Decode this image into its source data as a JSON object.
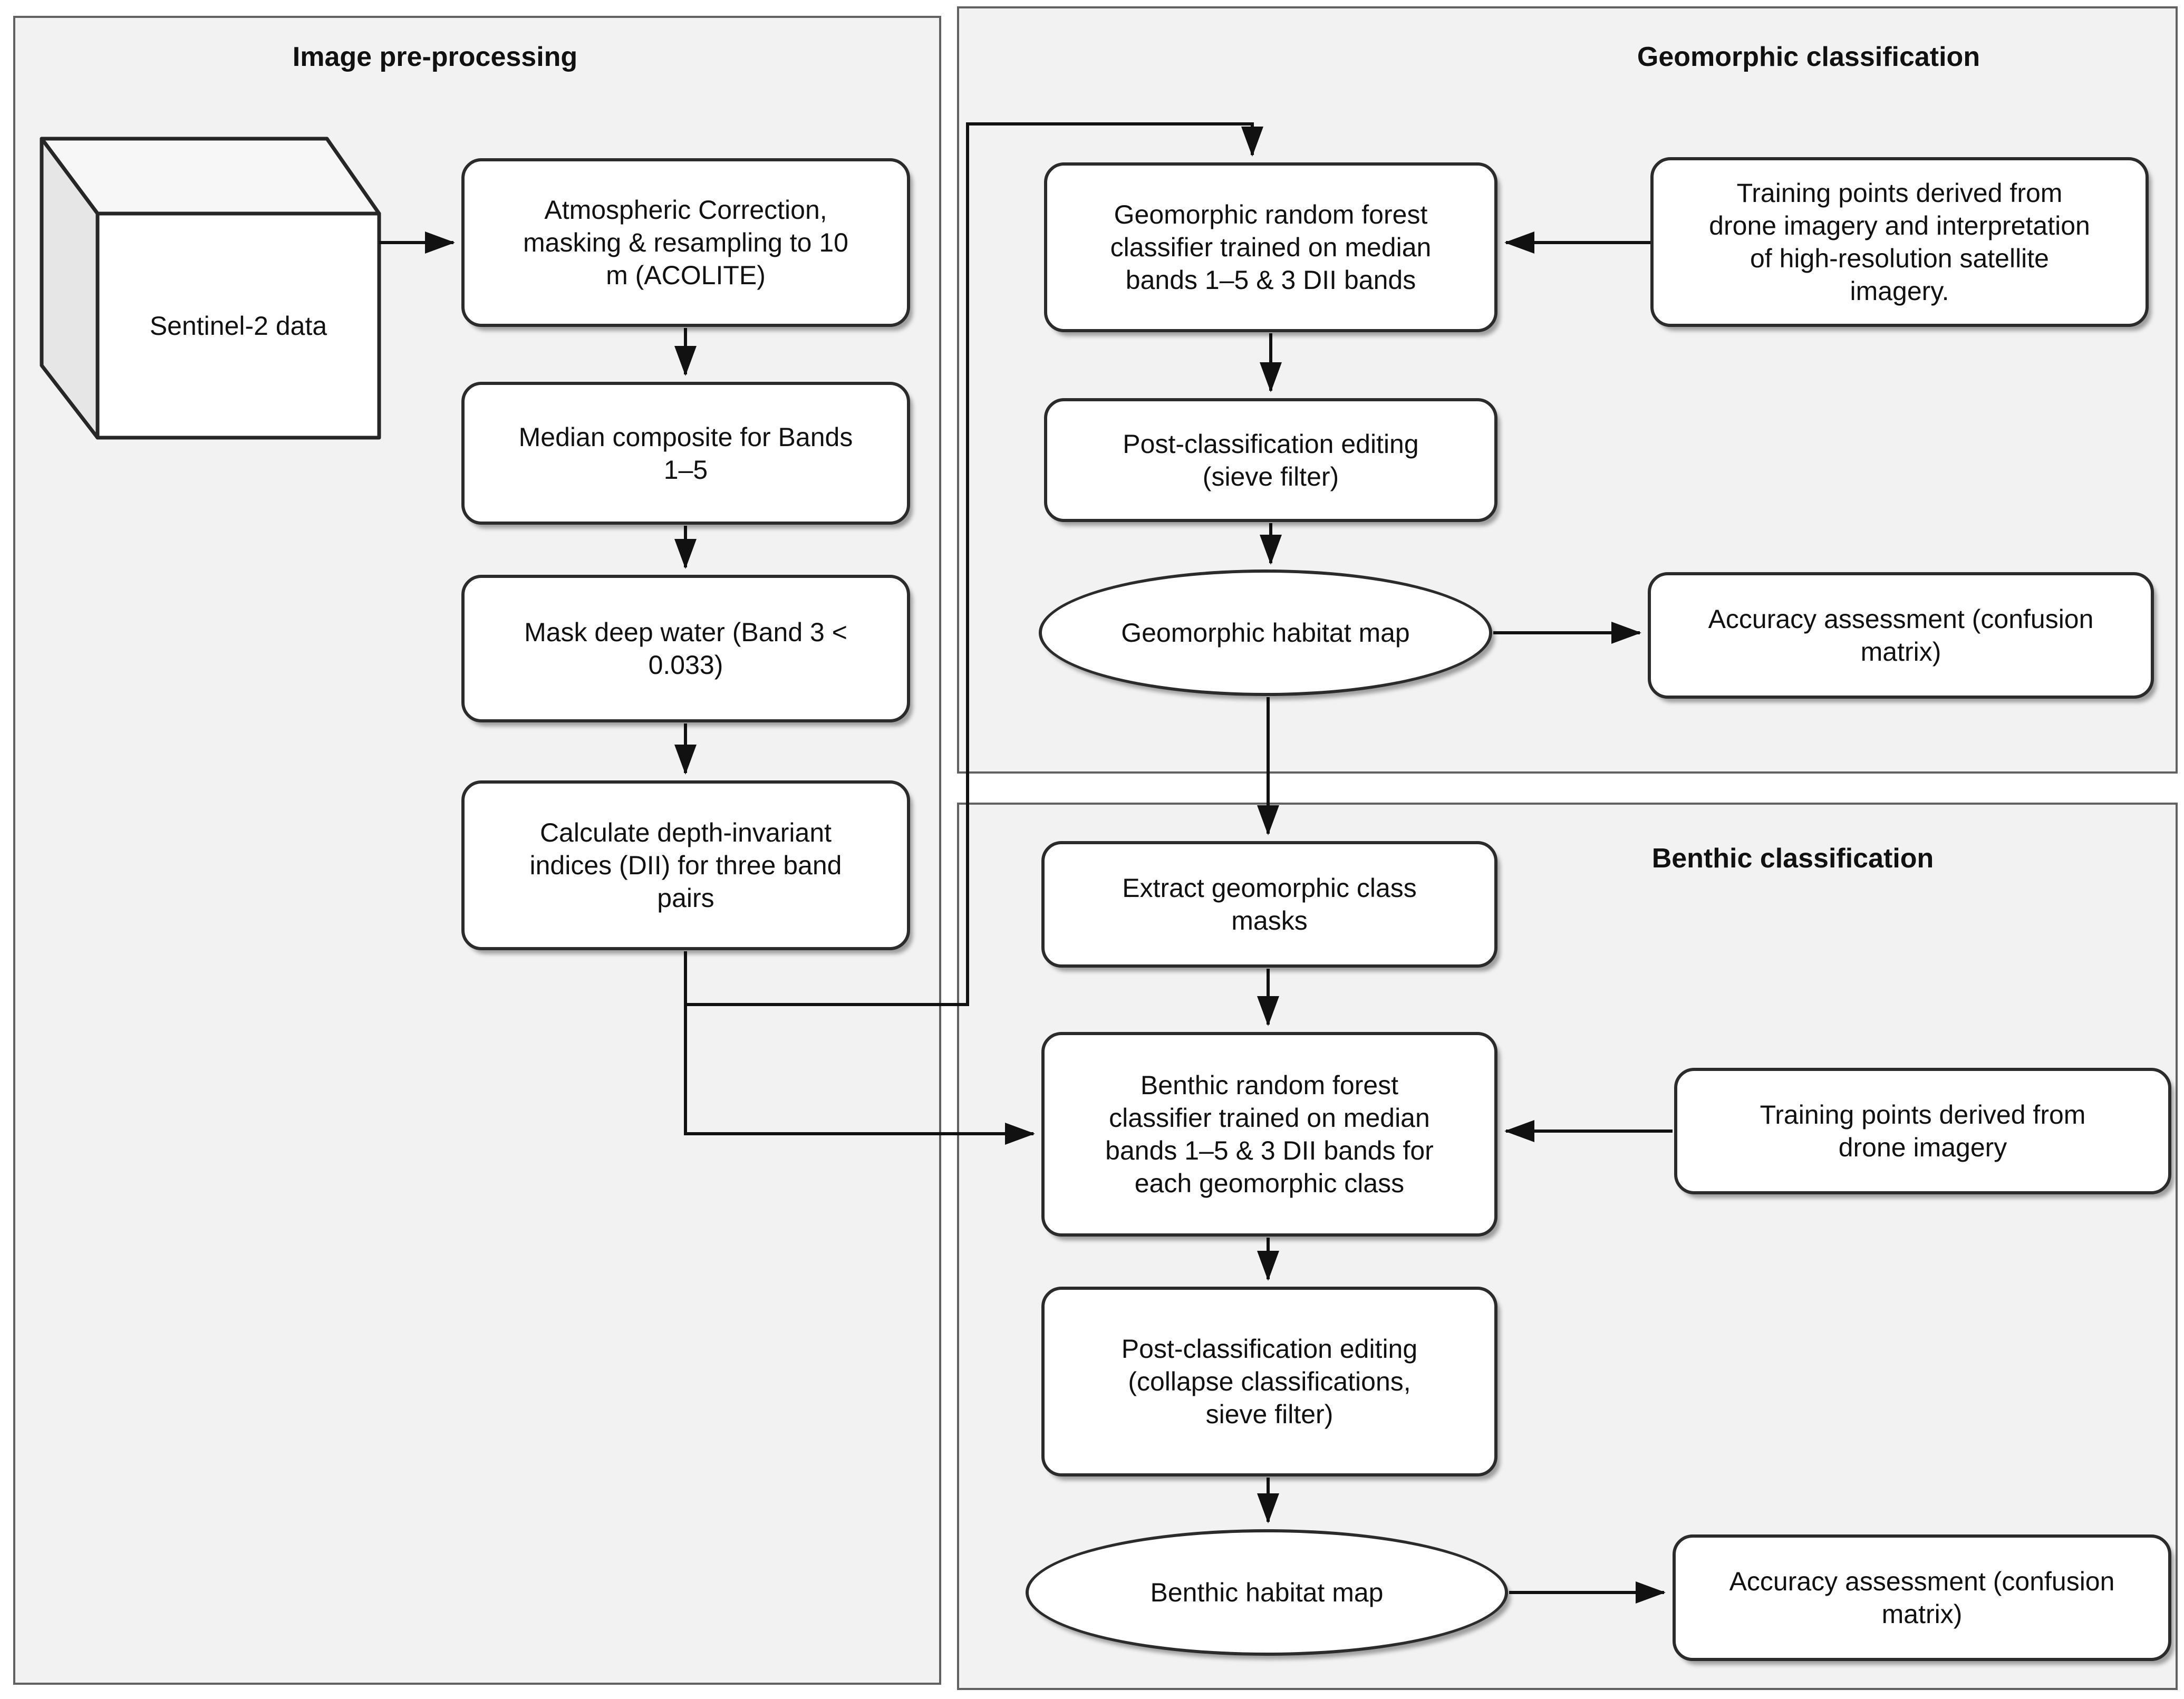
{
  "diagram": {
    "panels": {
      "preprocessing_title": "Image pre-processing",
      "geomorphic_title": "Geomorphic classification",
      "benthic_title": "Benthic classification"
    },
    "nodes": {
      "sentinel": "Sentinel-2 data",
      "atmospheric": "Atmospheric Correction,\nmasking & resampling to 10\nm (ACOLITE)",
      "median": "Median composite for Bands\n1–5",
      "mask": "Mask deep water (Band 3 <\n0.033)",
      "dii": "Calculate depth-invariant\nindices (DII) for three band\npairs",
      "geo_rf": "Geomorphic random forest\nclassifier trained on median\nbands 1–5 & 3 DII bands",
      "training_geo": "Training points derived from\ndrone imagery and interpretation\nof high-resolution satellite\nimagery.",
      "post_sieve": "Post-classification editing\n(sieve filter)",
      "geo_map": "Geomorphic habitat map",
      "accuracy_geo": "Accuracy assessment (confusion\nmatrix)",
      "extract": "Extract geomorphic class\nmasks",
      "benthic_rf": "Benthic random forest\nclassifier trained on median\nbands 1–5 & 3 DII bands for\neach geomorphic class",
      "training_drone": "Training points derived from\ndrone imagery",
      "post_collapse": "Post-classification editing\n(collapse classifications,\nsieve filter)",
      "benthic_map": "Benthic habitat map",
      "accuracy_benthic": "Accuracy assessment (confusion\nmatrix)"
    },
    "colors": {
      "background": "#ffffff",
      "panel_fill": "#f2f2f2",
      "panel_border": "#616161",
      "node_fill": "#ffffff",
      "node_border": "#2b2b2b",
      "connector": "#111111",
      "text": "#111111"
    }
  }
}
